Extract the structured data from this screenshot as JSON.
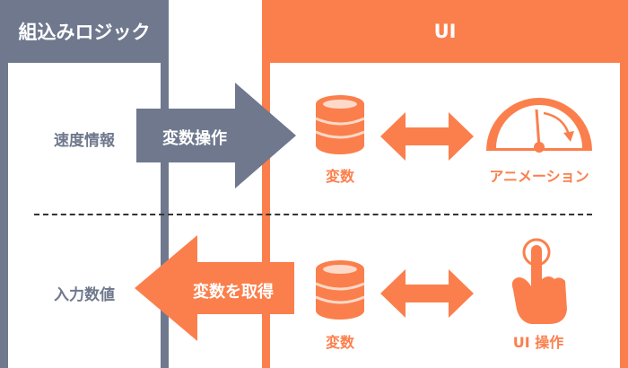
{
  "left_panel": {
    "title": "組込みロジック",
    "speed_label": "速度情報",
    "input_label": "入力数値"
  },
  "right_panel": {
    "title": "UI",
    "variable_top_label": "変数",
    "animation_label": "アニメーション",
    "variable_bottom_label": "変数",
    "ui_operation_label": "UI 操作"
  },
  "arrows": {
    "top_label": "変数操作",
    "bottom_label": "変数を取得"
  },
  "colors": {
    "gray": "#6f788d",
    "orange": "#fb7f4c",
    "orange_light": "#fdd9c9"
  },
  "icons": {
    "database": "database-icon",
    "double_arrow": "double-arrow-icon",
    "gauge": "gauge-icon",
    "hand": "hand-pointer-icon"
  }
}
